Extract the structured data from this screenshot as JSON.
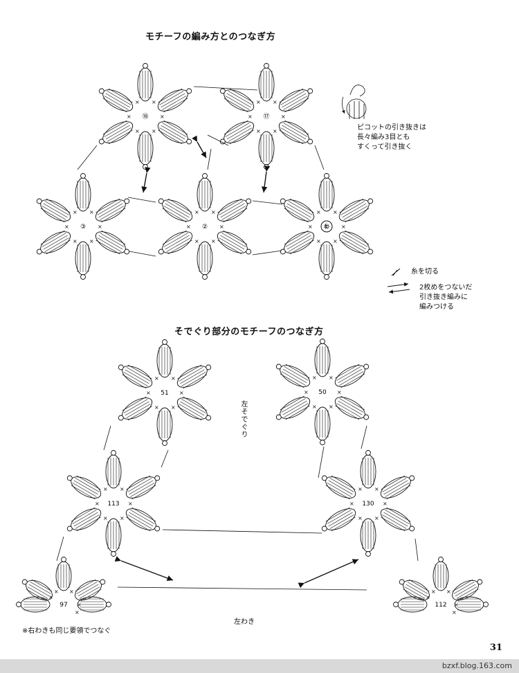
{
  "section1": {
    "title": "モチーフの編み方とのつなぎ方",
    "note_picot": "ピコットの引き抜きは\n長々編み3目とも\nすくって引き抜く",
    "legend_cut": "糸を切る",
    "legend_join": "2枚めをつないだ\n引き抜き編みに\n編みつける",
    "motif_labels": [
      "⑱",
      "⑰",
      "③",
      "②",
      "①"
    ],
    "center_ring": "わ"
  },
  "section2": {
    "title": "そでぐり部分のモチーフのつなぎ方",
    "sleeve_label": "左そでぐり",
    "side_label": "左わき",
    "motif_labels": [
      "51",
      "50",
      "113",
      "130",
      "97",
      "112"
    ],
    "footnote": "※右わきも同じ要領でつなぐ"
  },
  "page_number": "31",
  "footer_text": "bzxf.blog.163.com",
  "colors": {
    "ink": "#111111",
    "footer_bg": "#d9d9d9"
  }
}
